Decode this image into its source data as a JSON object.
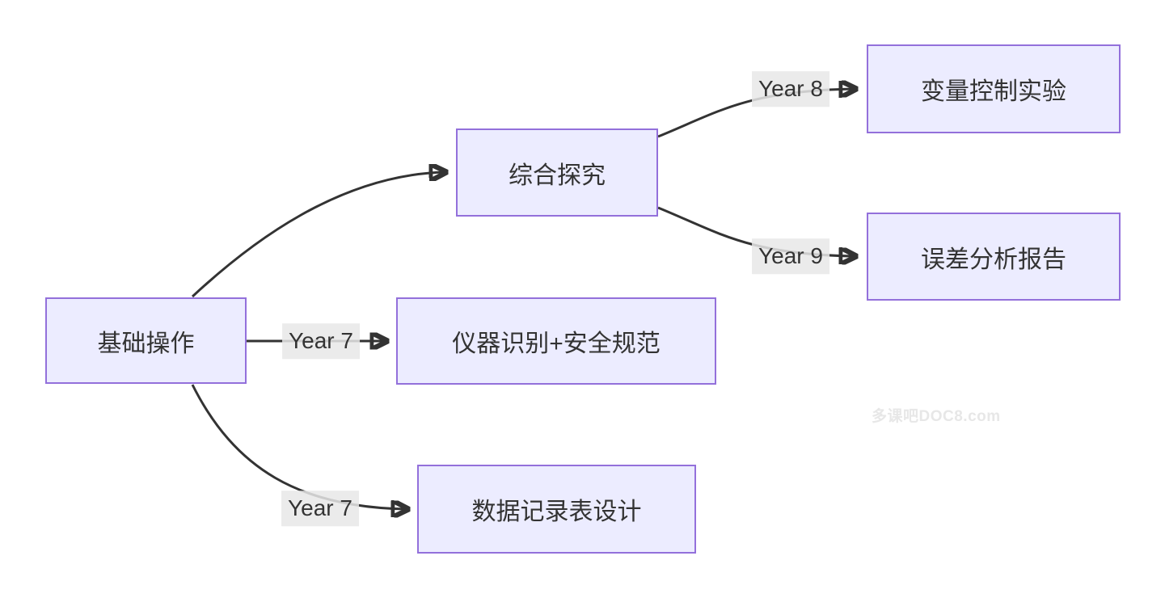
{
  "diagram": {
    "type": "flowchart",
    "nodes": [
      {
        "id": "A",
        "label": "基础操作"
      },
      {
        "id": "B",
        "label": "综合探究"
      },
      {
        "id": "C",
        "label": "变量控制实验"
      },
      {
        "id": "D",
        "label": "误差分析报告"
      },
      {
        "id": "E",
        "label": "仪器识别+安全规范"
      },
      {
        "id": "F",
        "label": "数据记录表设计"
      }
    ],
    "edges": [
      {
        "from": "基础操作",
        "to": "综合探究",
        "label": ""
      },
      {
        "from": "综合探究",
        "to": "变量控制实验",
        "label": "Year 8"
      },
      {
        "from": "综合探究",
        "to": "误差分析报告",
        "label": "Year 9"
      },
      {
        "from": "基础操作",
        "to": "仪器识别+安全规范",
        "label": "Year 7"
      },
      {
        "from": "基础操作",
        "to": "数据记录表设计",
        "label": "Year 7"
      }
    ],
    "colors": {
      "node_fill": "#ECECFF",
      "node_border": "#9370DB",
      "edge_stroke": "#333333",
      "edge_label_bg": "#e8e8e8",
      "text": "#333333",
      "watermark": "#e7e7e7",
      "background": "#ffffff"
    },
    "watermark": "多课吧DOC8.com"
  }
}
